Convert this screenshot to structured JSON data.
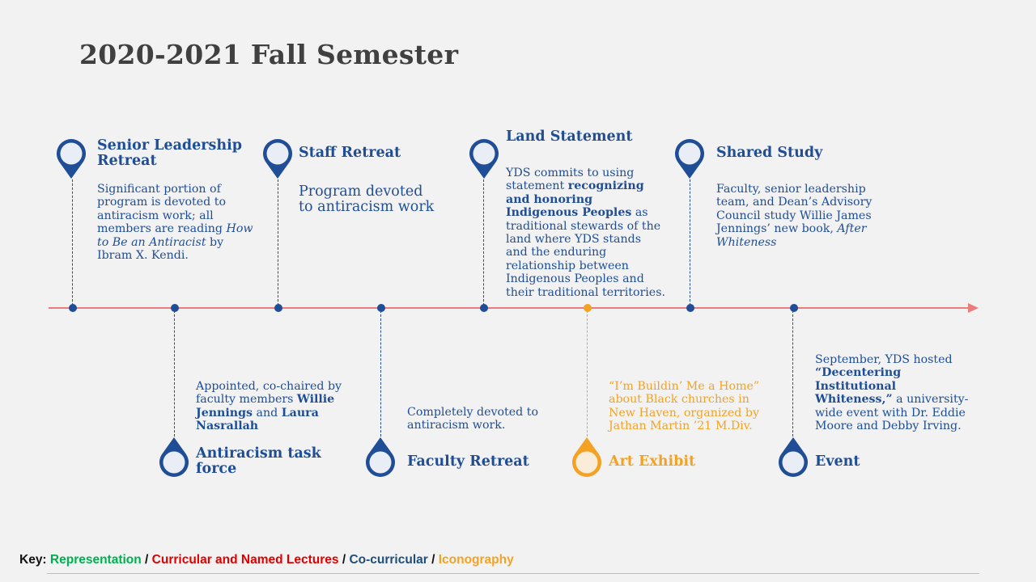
{
  "title": "2020-2021 Fall Semester",
  "colors": {
    "navy": "#1f4e96",
    "orange": "#f4a224",
    "axis": "#ec7b7b",
    "green": "#00b050",
    "red": "#e00000",
    "blue": "#1f4e79"
  },
  "events": [
    {
      "title": "Senior Leadership Retreat",
      "text": [
        "Significant  portion of program is devoted to antiracism work; all members are reading ",
        {
          "i": "How to Be an Antiracist"
        },
        " by Ibram X. Kendi."
      ]
    },
    {
      "title": "Antiracism task force",
      "text": [
        "Appointed, co-chaired by faculty members ",
        {
          "b": "Willie Jennings"
        },
        " and ",
        {
          "b": "Laura Nasrallah"
        }
      ]
    },
    {
      "title": "Staff Retreat",
      "text": [
        "Program devoted to antiracism work"
      ]
    },
    {
      "title": "Faculty Retreat",
      "text": [
        "Completely devoted to antiracism work."
      ]
    },
    {
      "title": "Land Statement",
      "text": [
        "YDS commits to using statement ",
        {
          "b": "recognizing and honoring Indigenous Peoples"
        },
        " as traditional stewards of the land where YDS stands and the enduring  relationship between Indigenous Peoples and their traditional territories."
      ]
    },
    {
      "title": "Art Exhibit",
      "text": [
        "“I’m Buildin’  Me a Home” about Black churches in New Haven, organized by Jathan Martin ’21 M.Div."
      ]
    },
    {
      "title": "Shared Study",
      "text": [
        "Faculty, senior leadership team, and Dean’s Advisory Council  study Willie James Jennings’  new book, ",
        {
          "i": "After Whiteness"
        }
      ]
    },
    {
      "title": "Event",
      "text": [
        "September, YDS hosted ",
        {
          "b": "“Decentering Institutional Whiteness,”"
        },
        " a university-wide event with Dr. Eddie Moore and Debby Irving."
      ]
    }
  ],
  "key": {
    "label": "Key: ",
    "items": [
      {
        "text": "Representation",
        "color": "#00b050"
      },
      {
        "text": "Curricular and Named Lectures",
        "color": "#e00000"
      },
      {
        "text": "Co-curricular",
        "color": "#1f4e79"
      },
      {
        "text": "Iconography",
        "color": "#f4a224"
      }
    ],
    "separator": " / "
  }
}
